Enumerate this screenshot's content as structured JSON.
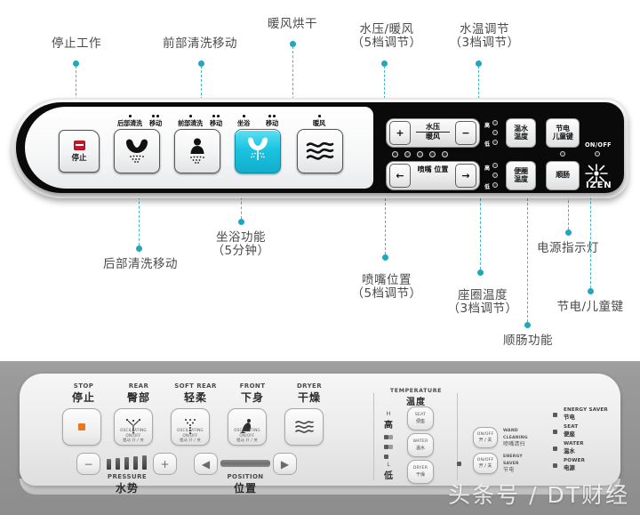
{
  "callouts": [
    {
      "text": "停止工作",
      "name": "callout-stop-work"
    },
    {
      "text": "前部清洗移动",
      "name": "callout-front-wash-move"
    },
    {
      "text": "暖风烘干",
      "name": "callout-warm-air-dry"
    },
    {
      "text": "水压/暖风\n（5档调节）",
      "name": "callout-pressure-warmair"
    },
    {
      "text": "水温调节\n（3档调节）",
      "name": "callout-water-temp"
    },
    {
      "text": "后部清洗移动",
      "name": "callout-rear-wash-move"
    },
    {
      "text": "坐浴功能\n（5分钟）",
      "name": "callout-sitz-bath"
    },
    {
      "text": "喷嘴位置\n（5档调节）",
      "name": "callout-nozzle-position"
    },
    {
      "text": "座圈温度\n（3档调节）",
      "name": "callout-seat-temp"
    },
    {
      "text": "顺肠功能",
      "name": "callout-bowel-function"
    },
    {
      "text": "电源指示灯",
      "name": "callout-power-indicator"
    },
    {
      "text": "节电/儿童键",
      "name": "callout-energy-child-key"
    }
  ],
  "panel": {
    "stop_button": {
      "label": "停止",
      "name": "stop-button"
    },
    "function_buttons": [
      {
        "caption_main": "后部清洗",
        "caption_sub": "移动",
        "name": "rear-wash-button",
        "active": false
      },
      {
        "caption_main": "前部清洗",
        "caption_sub": "移动",
        "name": "front-wash-button",
        "active": false
      },
      {
        "caption_main": "坐浴",
        "caption_sub": "移动",
        "name": "sitz-bath-button",
        "active": true
      },
      {
        "caption_main": "暖风",
        "caption_sub": "",
        "name": "warm-air-button",
        "active": false
      }
    ],
    "rockers": [
      {
        "name": "pressure-warmair-rocker",
        "plus": "+",
        "minus": "−",
        "label_top": "水压",
        "label_bottom": "暖风"
      },
      {
        "name": "nozzle-position-rocker",
        "plus": "←",
        "minus": "→",
        "label_top": "喷嘴",
        "label_bottom": "位置"
      }
    ],
    "level_dots_count": 5,
    "scale_high": "高",
    "scale_low": "低",
    "temp_buttons": [
      {
        "line1": "温水",
        "line2": "温度",
        "name": "water-temperature-button"
      },
      {
        "line1": "便圈",
        "line2": "温度",
        "name": "seat-temperature-button"
      }
    ],
    "right_buttons": [
      {
        "line1": "节电",
        "line2": "儿童键",
        "name": "energy-child-button"
      },
      {
        "line1": "顺肠",
        "line2": "",
        "name": "bowel-button"
      }
    ],
    "onoff_label": "ON/OFF",
    "brand": "IZEN"
  },
  "photo_panel": {
    "function_captions": [
      {
        "en": "STOP",
        "cn": "停止",
        "name": "photo-stop-button"
      },
      {
        "en": "REAR",
        "cn": "臀部",
        "name": "photo-rear-button"
      },
      {
        "en": "SOFT REAR",
        "cn": "轻柔",
        "name": "photo-soft-rear-button"
      },
      {
        "en": "FRONT",
        "cn": "下身",
        "name": "photo-front-button"
      },
      {
        "en": "DRYER",
        "cn": "干燥",
        "name": "photo-dryer-button"
      }
    ],
    "oscillating_text": {
      "l1": "OSCILLATING",
      "l2": "ON/OFF",
      "l3": "摆动 开 / 关"
    },
    "pressure": {
      "en": "PRESSURE",
      "cn": "水势",
      "minus": "−",
      "plus": "+",
      "bars": 5
    },
    "position": {
      "en": "POSITION",
      "cn": "位置",
      "left": "◀",
      "right": "▶"
    },
    "temperature": {
      "en": "TEMPERATURE",
      "cn": "温度",
      "high_en": "H",
      "high_cn": "高",
      "low_en": "L",
      "low_cn": "低",
      "buttons": [
        {
          "en": "SEAT",
          "cn": "便座",
          "name": "photo-seat-temp-button"
        },
        {
          "en": "WATER",
          "cn": "温水",
          "name": "photo-water-temp-button"
        },
        {
          "en": "DRYER",
          "cn": "干燥",
          "name": "photo-dryer-temp-button"
        }
      ]
    },
    "toggles": [
      {
        "key_en": "ON/OFF",
        "key_cn": "开 / 关",
        "label_en1": "WAND",
        "label_en2": "CLEANING",
        "label_cn": "喷嘴清扫",
        "name": "photo-wand-cleaning-toggle"
      },
      {
        "key_en": "ON/OFF",
        "key_cn": "开 / 关",
        "label_en1": "ENERGY",
        "label_en2": "SAVER",
        "label_cn": "节电",
        "name": "photo-energy-saver-toggle"
      }
    ],
    "status_leds": [
      {
        "en": "ENERGY SAVER",
        "cn": "节电",
        "name": "status-energy-saver"
      },
      {
        "en": "SEAT",
        "cn": "便座",
        "name": "status-seat"
      },
      {
        "en": "WATER",
        "cn": "温水",
        "name": "status-water"
      },
      {
        "en": "POWER",
        "cn": "电源",
        "name": "status-power"
      }
    ]
  },
  "watermark": "头条号 / DT财经",
  "colors": {
    "accent_teal": "#20a7bb",
    "active_button_cyan": "#1bc4e2",
    "stop_red": "#c51a2e",
    "panel_black": "#0a0a0a"
  }
}
